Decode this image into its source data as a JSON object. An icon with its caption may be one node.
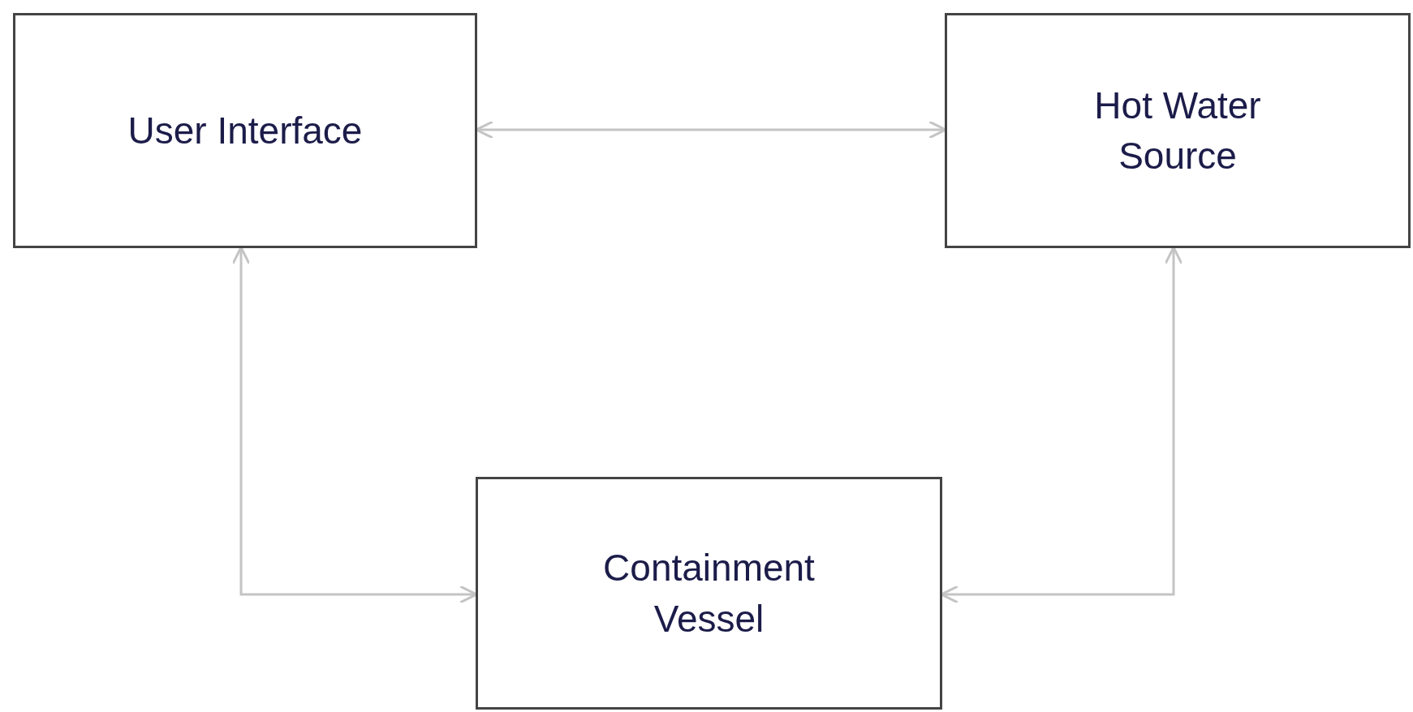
{
  "diagram": {
    "nodes": [
      {
        "text": [
          "User Interface"
        ]
      },
      {
        "text": [
          "Hot Water Source"
        ]
      },
      {
        "text": [
          "Containment Vessel"
        ]
      }
    ],
    "edges": [
      {
        "from": 0,
        "to": 1,
        "arrow": "both"
      },
      {
        "from": 0,
        "to": 2,
        "arrow": "both"
      },
      {
        "from": 1,
        "to": 2,
        "arrow": "both"
      }
    ]
  }
}
